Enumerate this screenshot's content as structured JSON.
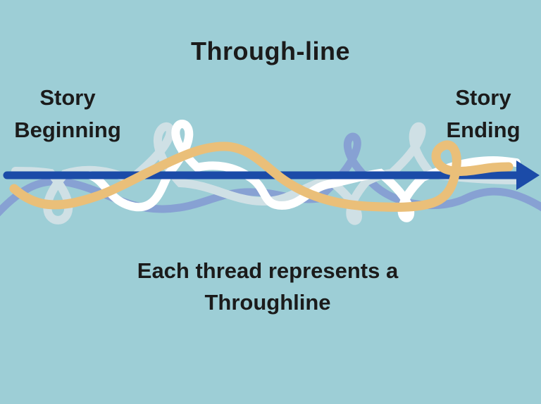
{
  "title": "Through-line",
  "labels": {
    "start_line1": "Story",
    "start_line2": "Beginning",
    "end_line1": "Story",
    "end_line2": "Ending"
  },
  "caption": {
    "line1": "Each thread represents a",
    "line2": "Throughline"
  },
  "diagram": {
    "arrow_direction": "left-to-right",
    "arrow_meaning": "story timeline from beginning to ending",
    "threads": [
      "white",
      "light-gray-blue",
      "periwinkle-blue",
      "orange"
    ]
  },
  "colors": {
    "background": "#9dced6",
    "text": "#1b1b1b",
    "arrow_blue": "#1b4ba8",
    "thread_white": "#ffffff",
    "thread_gray": "#cfe0e5",
    "thread_periwinkle": "#87a1d3",
    "thread_orange": "#eabf79"
  }
}
